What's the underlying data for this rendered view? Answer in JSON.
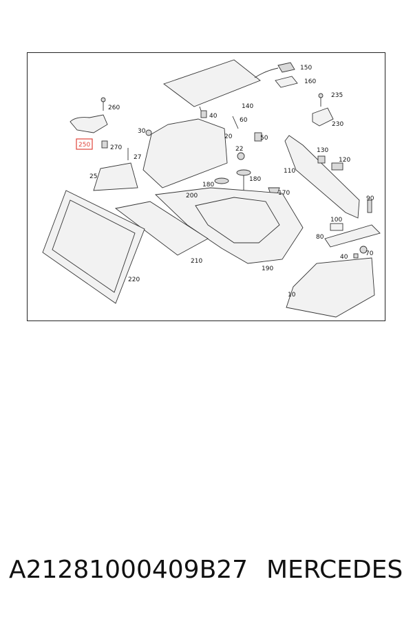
{
  "callouts": {
    "c150": "150",
    "c160": "160",
    "c140": "140",
    "c235": "235",
    "c230": "230",
    "c260": "260",
    "c40a": "40",
    "c30": "30",
    "c20": "20",
    "c60": "60",
    "c50": "50",
    "c250": "250",
    "c270": "270",
    "c27": "27",
    "c22": "22",
    "c130": "130",
    "c120": "120",
    "c110": "110",
    "c25": "25",
    "c180a": "180",
    "c180b": "180",
    "c170": "170",
    "c200": "200",
    "c90": "90",
    "c100": "100",
    "c80": "80",
    "c210": "210",
    "c40b": "40",
    "c70": "70",
    "c190": "190",
    "c220": "220",
    "c10": "10"
  },
  "highlight_color": "#e0443a",
  "footer": {
    "part_number": "A21281000409B27",
    "brand": "MERCEDES"
  }
}
